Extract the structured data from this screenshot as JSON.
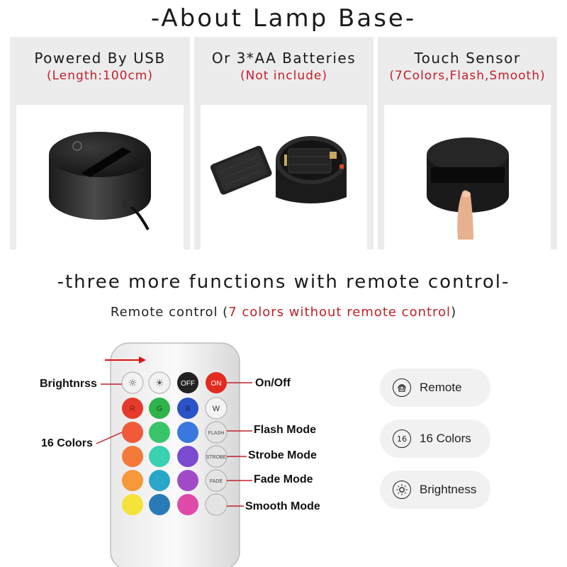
{
  "header": {
    "title": "-About Lamp Base-"
  },
  "panels": [
    {
      "title": "Powered By USB",
      "subtitle": "(Length:100cm)",
      "photo": "usb-lamp-base-photo"
    },
    {
      "title": "Or 3*AA Batteries",
      "subtitle": "(Not include)",
      "photo": "battery-lamp-base-photo"
    },
    {
      "title": "Touch Sensor",
      "subtitle": "(7Colors,Flash,Smooth)",
      "photo": "touch-sensor-lamp-base-photo"
    }
  ],
  "section": {
    "title": "-three more functions with remote control-",
    "subtitle_prefix": "Remote control (",
    "subtitle_highlight": "7 colors without remote control",
    "subtitle_suffix": ")"
  },
  "remote": {
    "buttons_top": [
      "OFF",
      "ON"
    ],
    "buttons_rgb": [
      "R",
      "G",
      "B",
      "W"
    ],
    "buttons_modes": [
      "FLASH",
      "STROBE",
      "FADE",
      ""
    ]
  },
  "callouts": {
    "brightness": "Brightnrss",
    "on_off": "On/Off",
    "colors": "16 Colors",
    "flash": "Flash Mode",
    "strobe": "Strobe Mode",
    "fade": "Fade Mode",
    "smooth": "Smooth Mode"
  },
  "features": [
    {
      "icon": "remote-icon",
      "label": "Remote"
    },
    {
      "icon": "sixteen-icon",
      "glyph": "16",
      "label": "16 Colors"
    },
    {
      "icon": "brightness-icon",
      "label": "Brightness"
    }
  ],
  "colors": {
    "accent_red": "#c0202a",
    "panel_bg": "#ececec",
    "pill_bg": "#f1f1f1"
  }
}
